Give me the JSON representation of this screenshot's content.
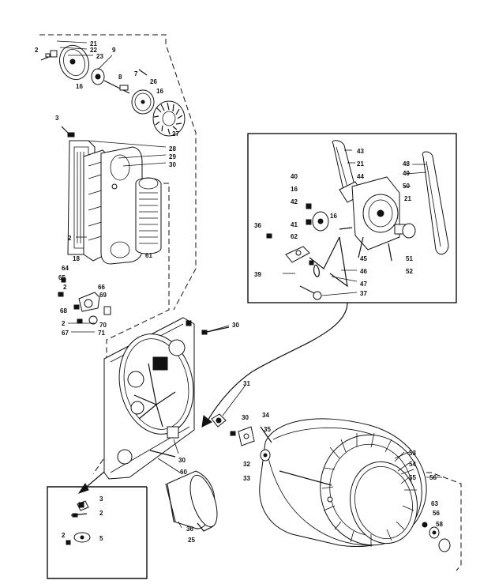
{
  "callouts": [
    {
      "id": "c1",
      "text": "21"
    },
    {
      "id": "c2",
      "text": "22"
    },
    {
      "id": "c3",
      "text": "23"
    },
    {
      "id": "c4",
      "text": "2"
    },
    {
      "id": "c5",
      "text": "9"
    },
    {
      "id": "c6",
      "text": "16"
    },
    {
      "id": "c7",
      "text": "8"
    },
    {
      "id": "c8",
      "text": "7"
    },
    {
      "id": "c9",
      "text": "26"
    },
    {
      "id": "c10",
      "text": "16"
    },
    {
      "id": "c11",
      "text": "27"
    },
    {
      "id": "c12",
      "text": "3"
    },
    {
      "id": "c13",
      "text": "28"
    },
    {
      "id": "c14",
      "text": "29"
    },
    {
      "id": "c15",
      "text": "30"
    },
    {
      "id": "c16",
      "text": "2"
    },
    {
      "id": "c17",
      "text": "18"
    },
    {
      "id": "c18",
      "text": "61"
    },
    {
      "id": "c19",
      "text": "64"
    },
    {
      "id": "c20",
      "text": "65"
    },
    {
      "id": "c21",
      "text": "2"
    },
    {
      "id": "c22",
      "text": "66"
    },
    {
      "id": "c23",
      "text": "69"
    },
    {
      "id": "c24",
      "text": "68"
    },
    {
      "id": "c25",
      "text": "70"
    },
    {
      "id": "c26",
      "text": "2"
    },
    {
      "id": "c27",
      "text": "71"
    },
    {
      "id": "c28",
      "text": "67"
    },
    {
      "id": "c29",
      "text": "30"
    },
    {
      "id": "c30",
      "text": "43"
    },
    {
      "id": "c31",
      "text": "21"
    },
    {
      "id": "c32",
      "text": "44"
    },
    {
      "id": "c33",
      "text": "48"
    },
    {
      "id": "c34",
      "text": "49"
    },
    {
      "id": "c35",
      "text": "50"
    },
    {
      "id": "c36",
      "text": "40"
    },
    {
      "id": "c37",
      "text": "16"
    },
    {
      "id": "c38",
      "text": "42"
    },
    {
      "id": "c39",
      "text": "16"
    },
    {
      "id": "c40",
      "text": "21"
    },
    {
      "id": "c41",
      "text": "41"
    },
    {
      "id": "c42",
      "text": "36"
    },
    {
      "id": "c43",
      "text": "62"
    },
    {
      "id": "c44",
      "text": "51"
    },
    {
      "id": "c45",
      "text": "45"
    },
    {
      "id": "c46",
      "text": "52"
    },
    {
      "id": "c47",
      "text": "39"
    },
    {
      "id": "c48",
      "text": "46"
    },
    {
      "id": "c49",
      "text": "47"
    },
    {
      "id": "c50",
      "text": "37"
    },
    {
      "id": "c51",
      "text": "31"
    },
    {
      "id": "c52",
      "text": "30"
    },
    {
      "id": "c53",
      "text": "34"
    },
    {
      "id": "c54",
      "text": "35"
    },
    {
      "id": "c55",
      "text": "32"
    },
    {
      "id": "c56",
      "text": "33"
    },
    {
      "id": "c57",
      "text": "30"
    },
    {
      "id": "c58",
      "text": "60"
    },
    {
      "id": "c59",
      "text": "53"
    },
    {
      "id": "c60",
      "text": "54"
    },
    {
      "id": "c61",
      "text": "55"
    },
    {
      "id": "c62",
      "text": "56"
    },
    {
      "id": "c63",
      "text": "63"
    },
    {
      "id": "c64",
      "text": "56"
    },
    {
      "id": "c65",
      "text": "58"
    },
    {
      "id": "c66",
      "text": "36"
    },
    {
      "id": "c67",
      "text": "25"
    },
    {
      "id": "c68",
      "text": "3"
    },
    {
      "id": "c69",
      "text": "2"
    },
    {
      "id": "c70",
      "text": "2"
    },
    {
      "id": "c71",
      "text": "5"
    }
  ]
}
